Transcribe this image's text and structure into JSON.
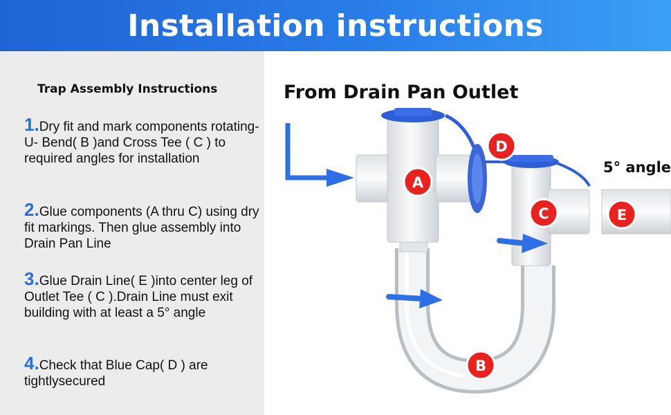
{
  "header": {
    "title": "Installation instructions"
  },
  "instructions": {
    "title": "Trap Assembly Instructions",
    "steps": [
      {
        "num": "1.",
        "text": "Dry fit and mark components rotating-U- Bend( B )and Cross Tee ( C ) to required angles for installation"
      },
      {
        "num": "2.",
        "text": "Glue components (A thru C) using dry fit markings. Then glue assembly into Drain Pan Line"
      },
      {
        "num": "3.",
        "text": "Glue Drain Line( E )into center leg of Outlet Tee ( C ).Drain Line must exit building with at least a 5° angle"
      },
      {
        "num": "4.",
        "text": "Check that Blue Cap( D ) are tightlysecured"
      }
    ]
  },
  "diagram": {
    "title": "From Drain Pan Outlet",
    "angle_label": "5° angle",
    "labels": {
      "a": "A",
      "b": "B",
      "c": "C",
      "d": "D",
      "e": "E"
    },
    "colors": {
      "badge": "#e8231f",
      "cap": "#2f5fd8",
      "arrow": "#2f6fe6",
      "pipe": "#f0f2f4"
    }
  }
}
